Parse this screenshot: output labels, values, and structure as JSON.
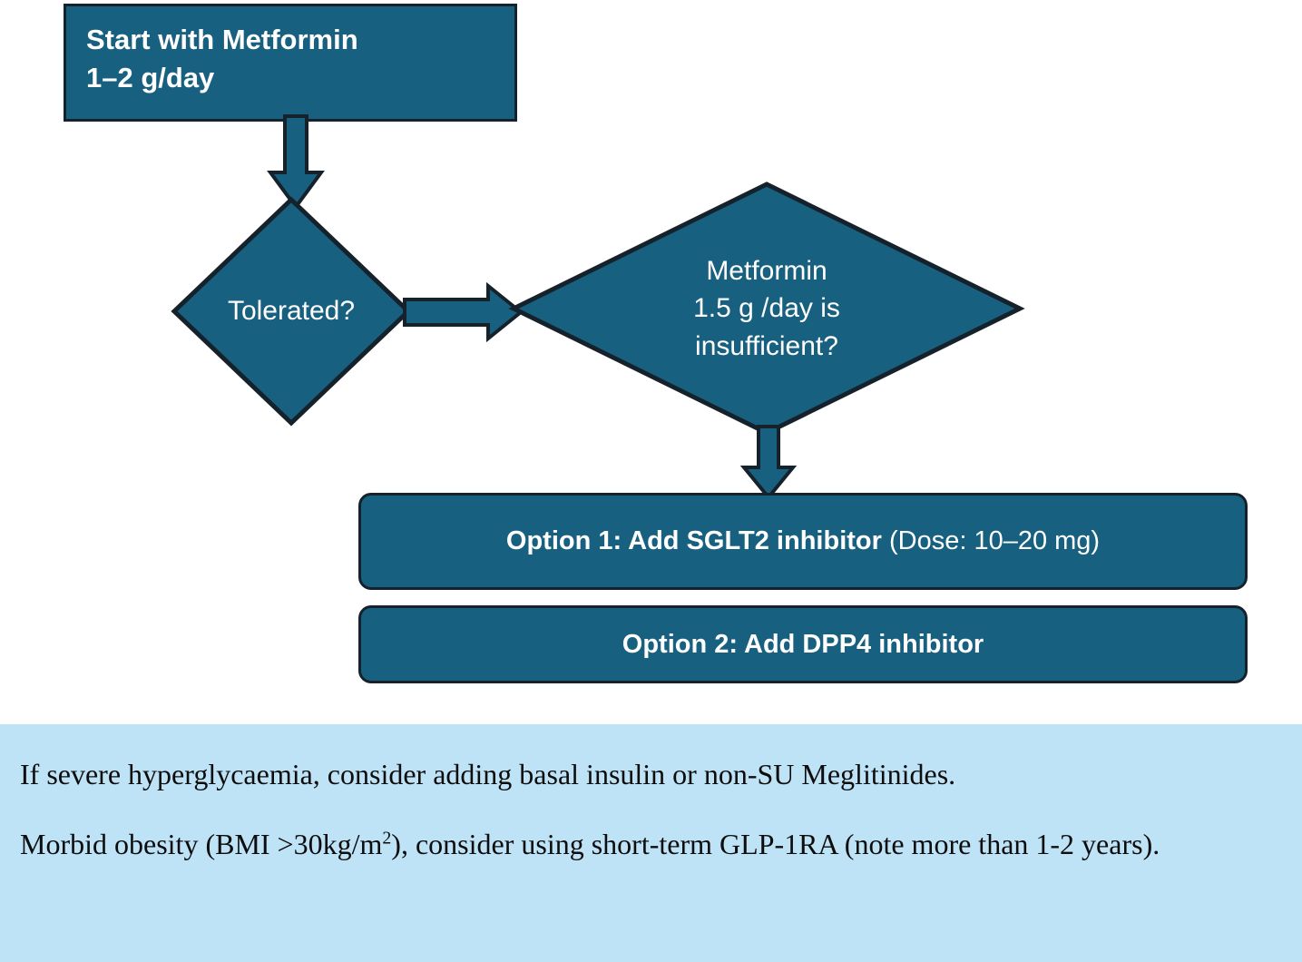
{
  "diagram": {
    "type": "flowchart",
    "title_node": {
      "id": "start",
      "label": "Start with Metformin\n1–2 g/day"
    },
    "decisions": [
      {
        "id": "tolerated",
        "label": "Tolerated?"
      },
      {
        "id": "insufficient",
        "label": "Metformin\n1.5 g /day is\ninsufficient?"
      }
    ],
    "options": [
      {
        "id": "option1",
        "bold_text": "Option 1: Add SGLT2 inhibitor",
        "regular_text": " (Dose: 10–20 mg)"
      },
      {
        "id": "option2",
        "bold_text": "Option 2: Add DPP4 inhibitor",
        "regular_text": ""
      }
    ],
    "arrows": [
      {
        "id": "start-to-tolerated",
        "direction": "down"
      },
      {
        "id": "tolerated-to-insufficient",
        "direction": "right"
      },
      {
        "id": "insufficient-to-option1",
        "direction": "down"
      }
    ]
  },
  "note": {
    "paragraph_1": "If severe hyperglycaemia, consider adding basal insulin or non-SU Meglitinides.",
    "paragraph_2_part_a": "Morbid obesity (BMI >30kg/m",
    "paragraph_2_superscript": "2",
    "paragraph_2_part_b": "), consider using short-term GLP-1RA (note more than 1-2 years)."
  },
  "colors": {
    "node_fill": "#18607F",
    "node_stroke": "#15222B",
    "node_text": "#FFFFFF",
    "note_background": "#BEE3F6",
    "note_text": "#0D0D0D",
    "page_background": "#FFFFFF"
  }
}
